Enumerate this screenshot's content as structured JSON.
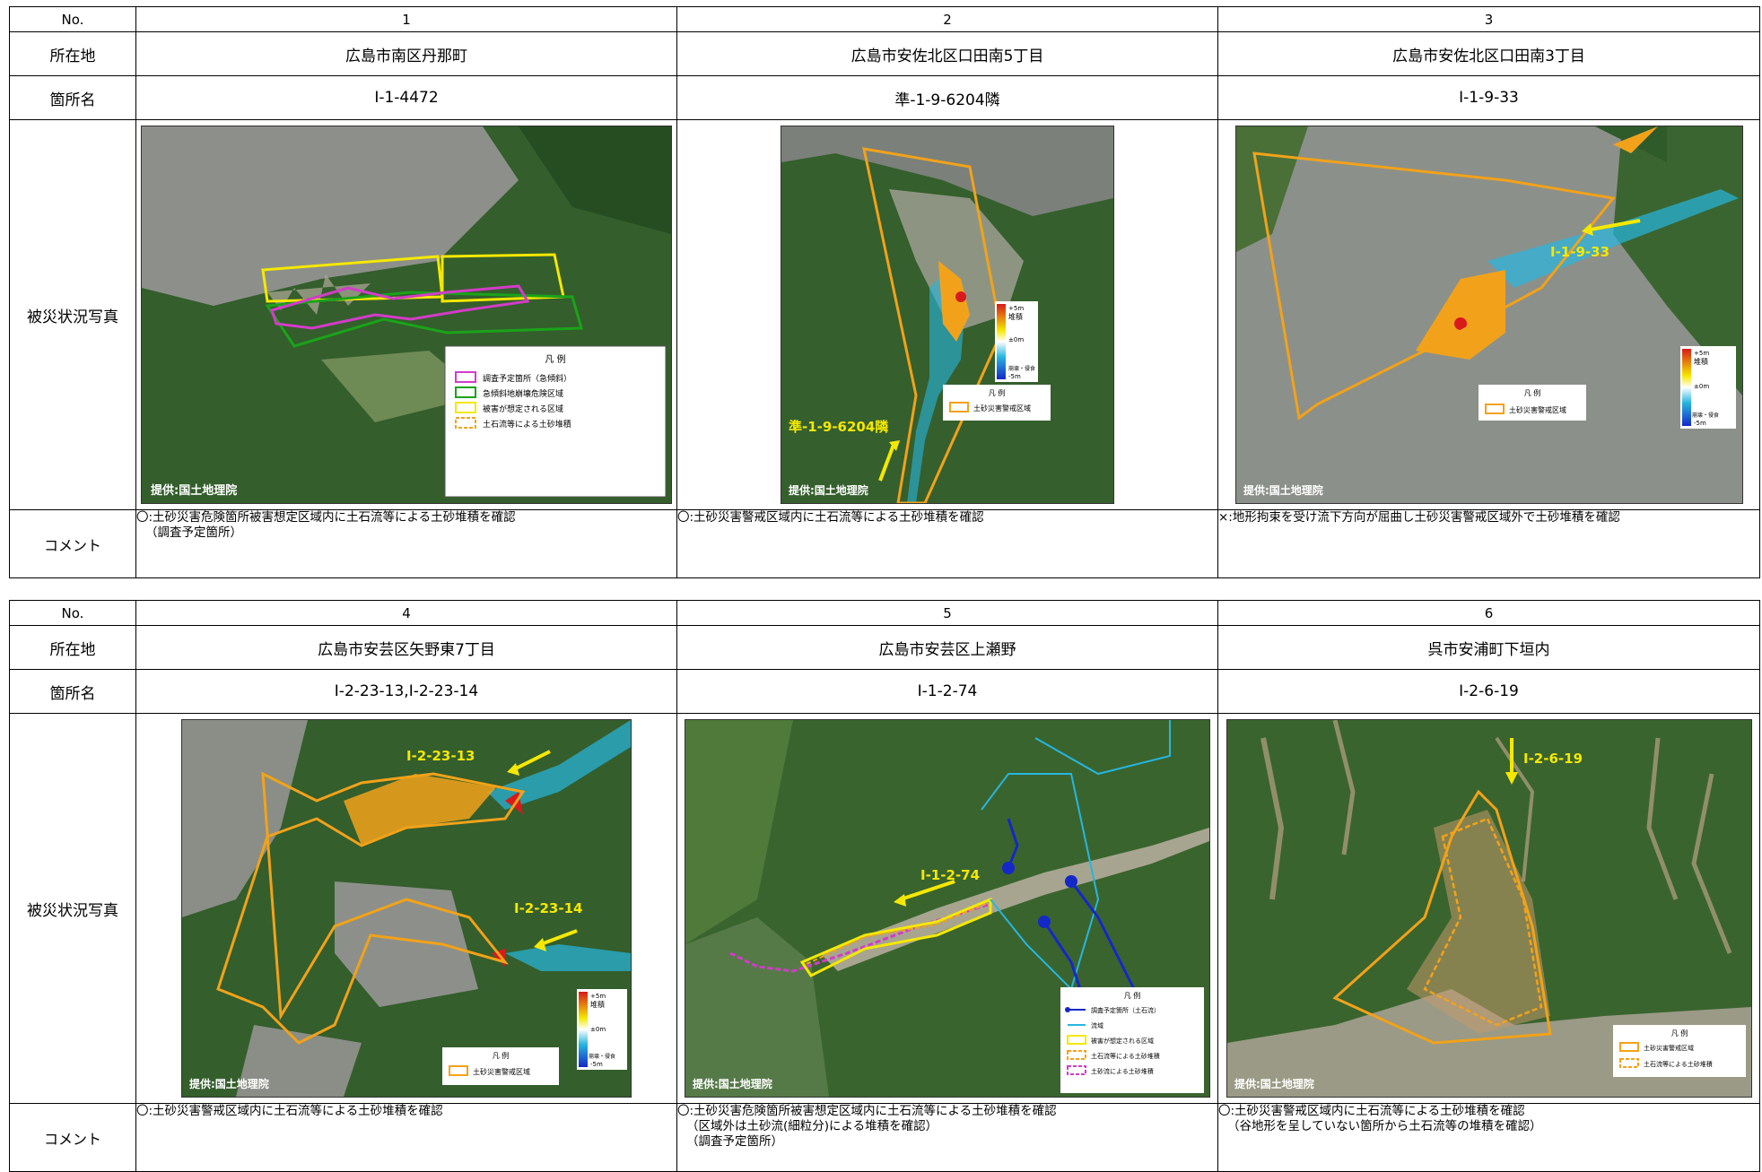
{
  "labels": {
    "no": "No.",
    "location": "所在地",
    "site": "箇所名",
    "photo": "被災状況写真",
    "comment": "コメント"
  },
  "colors": {
    "forest": "#2f5a2a",
    "forest_light": "#4f7a3a",
    "urban": "#8a8e8a",
    "yellow": "#f5e800",
    "orange": "#f2a21a",
    "magenta": "#d23cc8",
    "green": "#1aa31a",
    "cyan": "#27b6e0",
    "blue": "#1428c8",
    "red": "#d81a1a"
  },
  "top": {
    "sites": [
      {
        "no": "1",
        "location": "広島市南区丹那町",
        "site": "Ⅰ-1-4472",
        "credit": "提供:国土地理院",
        "legend_title": "凡 例",
        "legend": [
          "調査予定箇所（急傾斜）",
          "急傾斜地崩壊危険区域",
          "被害が想定される区域",
          "土石流等による土砂堆積"
        ],
        "comment": [
          "〇:土砂災害危険箇所被害想定区域内に土石流等による土砂堆積を確認",
          "（調査予定箇所）"
        ]
      },
      {
        "no": "2",
        "location": "広島市安佐北区口田南5丁目",
        "site": "準-1-9-6204隣",
        "credit": "提供:国土地理院",
        "label": "準-1-9-6204隣",
        "legend_title": "凡 例",
        "legend": [
          "土砂災害警戒区域"
        ],
        "scale": [
          "+5m",
          "堆積",
          "±0m",
          "崩壊・侵食",
          "-5m"
        ],
        "comment": [
          "〇:土砂災害警戒区域内に土石流等による土砂堆積を確認"
        ]
      },
      {
        "no": "3",
        "location": "広島市安佐北区口田南3丁目",
        "site": "Ⅰ-1-9-33",
        "credit": "提供:国土地理院",
        "label": "Ⅰ-1-9-33",
        "legend_title": "凡 例",
        "legend": [
          "土砂災害警戒区域"
        ],
        "scale": [
          "+5m",
          "堆積",
          "±0m",
          "崩壊・侵食",
          "-5m"
        ],
        "comment": [
          "×:地形拘束を受け流下方向が屈曲し土砂災害警戒区域外で土砂堆積を確認"
        ]
      }
    ]
  },
  "bottom": {
    "sites": [
      {
        "no": "4",
        "location": "広島市安芸区矢野東7丁目",
        "site": "Ⅰ-2-23-13,Ⅰ-2-23-14",
        "credit": "提供:国土地理院",
        "label_a": "Ⅰ-2-23-13",
        "label_b": "Ⅰ-2-23-14",
        "legend_title": "凡 例",
        "legend": [
          "土砂災害警戒区域"
        ],
        "scale": [
          "+5m",
          "堆積",
          "±0m",
          "崩壊・侵食",
          "-5m"
        ],
        "comment": [
          "〇:土砂災害警戒区域内に土石流等による土砂堆積を確認"
        ]
      },
      {
        "no": "5",
        "location": "広島市安芸区上瀬野",
        "site": "Ⅰ-1-2-74",
        "credit": "提供:国土地理院",
        "label": "Ⅰ-1-2-74",
        "legend_title": "凡 例",
        "legend": [
          "調査予定箇所（土石流）",
          "流域",
          "被害が想定される区域",
          "土石流等による土砂堆積",
          "土砂流による土砂堆積"
        ],
        "comment": [
          "〇:土砂災害危険箇所被害想定区域内に土石流等による土砂堆積を確認",
          "（区域外は土砂流(細粒分)による堆積を確認）",
          "（調査予定箇所）"
        ]
      },
      {
        "no": "6",
        "location": "呉市安浦町下垣内",
        "site": "Ⅰ-2-6-19",
        "credit": "提供:国土地理院",
        "label": "Ⅰ-2-6-19",
        "legend_title": "凡 例",
        "legend": [
          "土砂災害警戒区域",
          "土石流等による土砂堆積"
        ],
        "comment": [
          "〇:土砂災害警戒区域内に土石流等による土砂堆積を確認",
          "（谷地形を呈していない箇所から土石流等の堆積を確認）"
        ]
      }
    ]
  }
}
